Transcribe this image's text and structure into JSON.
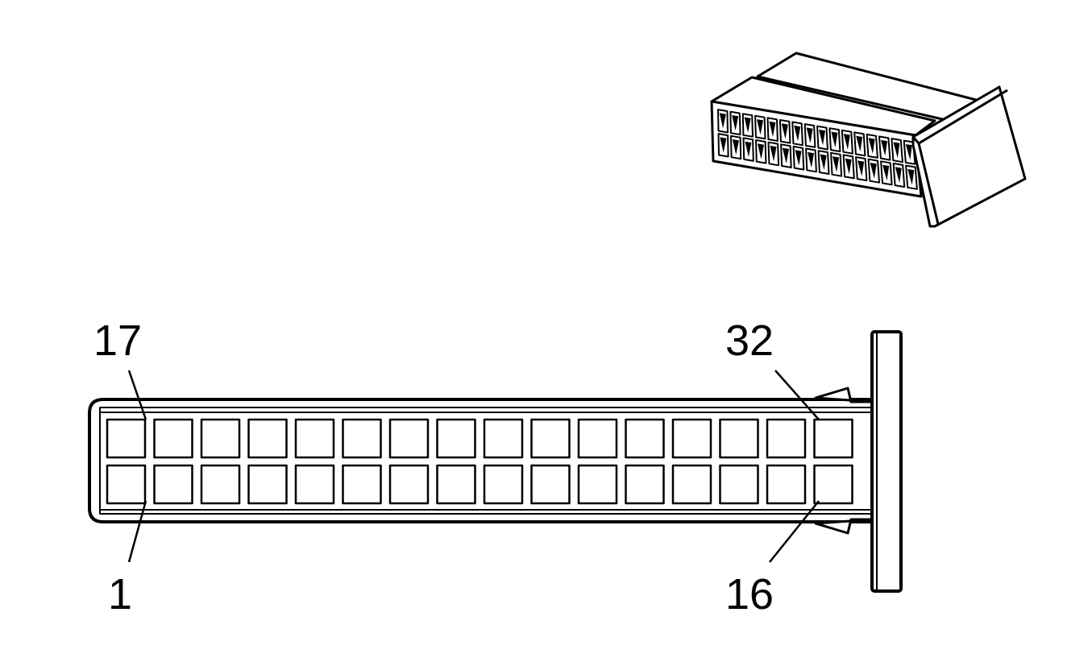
{
  "colors": {
    "stroke": "#000000",
    "background": "#ffffff"
  },
  "connector": {
    "columns": 16,
    "rows": 2,
    "pin_labels": {
      "top_left": "17",
      "top_right": "32",
      "bottom_left": "1",
      "bottom_right": "16"
    }
  },
  "isometric_view": {
    "front_rows": 2,
    "front_columns": 16
  }
}
